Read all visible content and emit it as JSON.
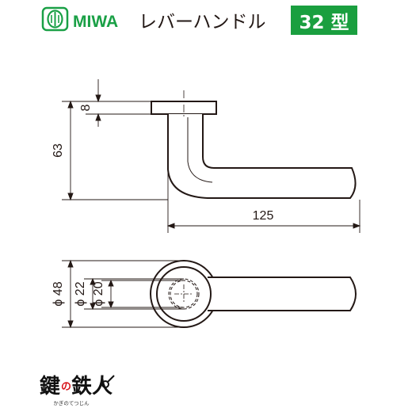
{
  "header": {
    "brand": "MIWA",
    "product_name": "レバーハンドル",
    "model_badge": "32 型",
    "brand_color": "#1aa046",
    "badge_color": "#1a9f3f"
  },
  "side_view": {
    "rose_thickness": "8",
    "height": "63",
    "length": "125"
  },
  "front_view": {
    "rose_diameter": "ϕ 48",
    "inner_diameter_1": "ϕ 22",
    "inner_diameter_2": "ϕ 20"
  },
  "footer_logo": {
    "kanji_left": "鍵",
    "particle": "の",
    "kanji_right": "鉄人",
    "reading": "かぎのてつじん"
  },
  "icons": [
    "miwa-logo-icon",
    "key-icon"
  ],
  "colors": {
    "line": "#231815",
    "accent_green": "#1a9f3f",
    "logo_red": "#d7141a"
  }
}
